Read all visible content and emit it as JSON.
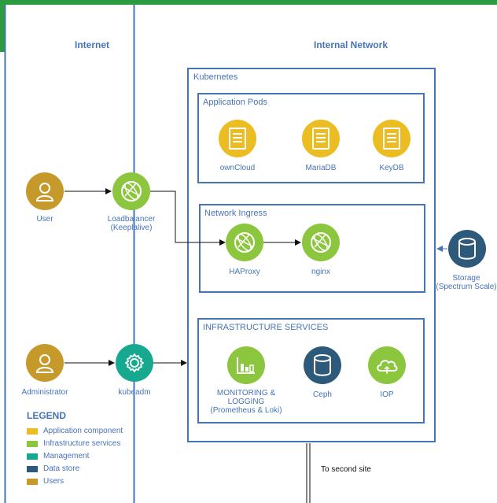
{
  "colors": {
    "app": "#ecbd22",
    "infra": "#8cc63e",
    "mgmt": "#17a98f",
    "datastore": "#2d5a7b",
    "users": "#c59a2a",
    "frame": "#4674b8",
    "topbar": "#2c9a3f"
  },
  "zones": {
    "internet": "Internet",
    "internal": "Internal Network"
  },
  "boxes": {
    "kubernetes": "Kubernetes",
    "app_pods": "Application Pods",
    "network_ingress": "Network Ingress",
    "infra_services": "INFRASTRUCTURE SERVICES"
  },
  "nodes": {
    "owncloud": {
      "label": "ownCloud",
      "icon": "server-icon"
    },
    "mariadb": {
      "label": "MariaDB",
      "icon": "server-icon"
    },
    "keydb": {
      "label": "KeyDB",
      "icon": "server-icon"
    },
    "user": {
      "label": "User",
      "icon": "user-icon"
    },
    "loadbalancer": {
      "label1": "Loadbalancer",
      "label2": "(Keeplalive)",
      "icon": "globe-icon"
    },
    "haproxy": {
      "label": "HAProxy",
      "icon": "globe-icon"
    },
    "nginx": {
      "label": "nginx",
      "icon": "globe-icon"
    },
    "storage": {
      "label1": "Storage",
      "label2": "(Spectrum Scale)",
      "icon": "database-icon"
    },
    "administrator": {
      "label": "Administrator",
      "icon": "user-icon"
    },
    "kubeadm": {
      "label": "kubeadm",
      "icon": "gear-icon"
    },
    "monitoring": {
      "label1": "MONITORING &",
      "label2": "LOGGING",
      "label3": "(Prometheus & Loki)",
      "icon": "chart-icon"
    },
    "ceph": {
      "label": "Ceph",
      "icon": "database-icon"
    },
    "iop": {
      "label": "IOP",
      "icon": "cloud-icon"
    }
  },
  "second_site": "To second site",
  "legend": {
    "title": "LEGEND",
    "items": [
      {
        "label": "Application component",
        "color": "#ecbd22"
      },
      {
        "label": "Infrastructure services",
        "color": "#8cc63e"
      },
      {
        "label": "Management",
        "color": "#17a98f"
      },
      {
        "label": "Data store",
        "color": "#2d5a7b"
      },
      {
        "label": "Users",
        "color": "#c59a2a"
      }
    ]
  }
}
